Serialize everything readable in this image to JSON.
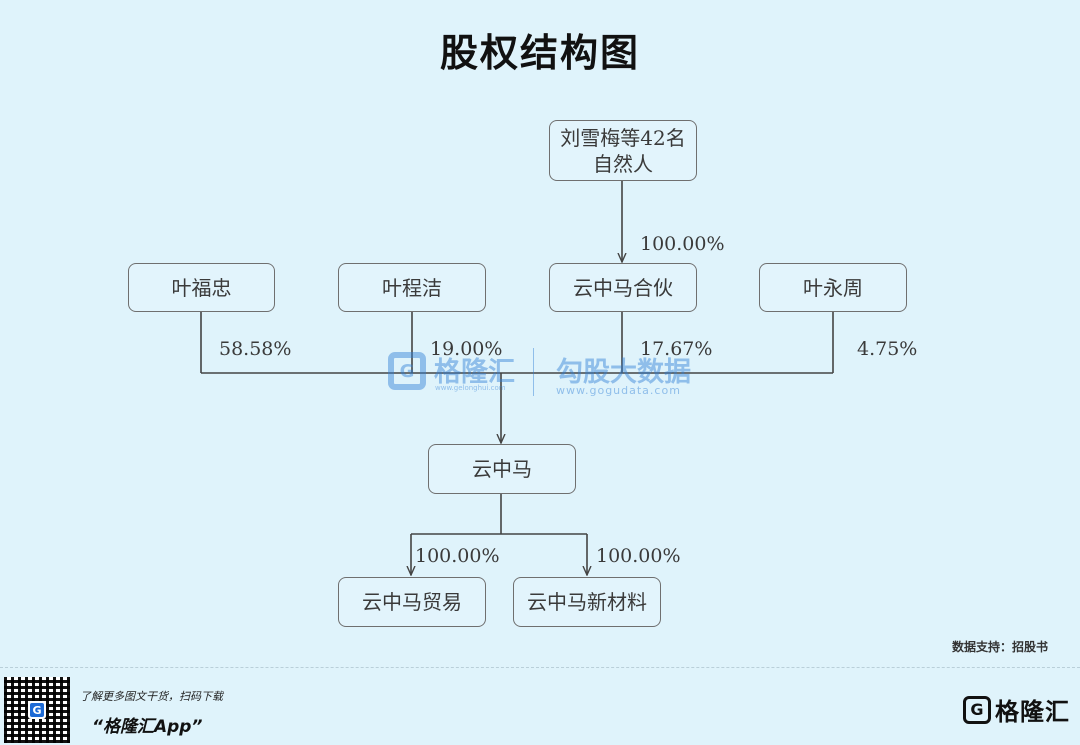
{
  "title": "股权结构图",
  "nodes": {
    "top": [
      "刘雪梅等42名",
      "自然人"
    ],
    "ye_fuzhong": "叶福忠",
    "ye_chengjie": "叶程洁",
    "yunzhongma_partnership": "云中马合伙",
    "ye_yongzhou": "叶永周",
    "yunzhongma": "云中马",
    "yunzhongma_trading": "云中马贸易",
    "yunzhongma_new_materials": "云中马新材料"
  },
  "percentages": {
    "top_to_partnership": "100.00%",
    "ye_fuzhong": "58.58%",
    "ye_chengjie": "19.00%",
    "yunzhongma_partnership": "17.67%",
    "ye_yongzhou": "4.75%",
    "to_trading": "100.00%",
    "to_new_materials": "100.00%"
  },
  "source": "数据支持：招股书",
  "watermark": {
    "brand": "格隆汇",
    "brand_url": "www.gelonghui.com",
    "product": "勾股大数据",
    "product_url": "www.gogudata.com"
  },
  "footer": {
    "slogan": "了解更多图文干货，扫码下载",
    "app_name": "“格隆汇App”",
    "logo_text": "格隆汇",
    "logo_letter": "G"
  },
  "colors": {
    "background": "#dff3fb",
    "node_border": "#6f6f6f",
    "line": "#444444",
    "watermark": "#2f7fd6"
  }
}
